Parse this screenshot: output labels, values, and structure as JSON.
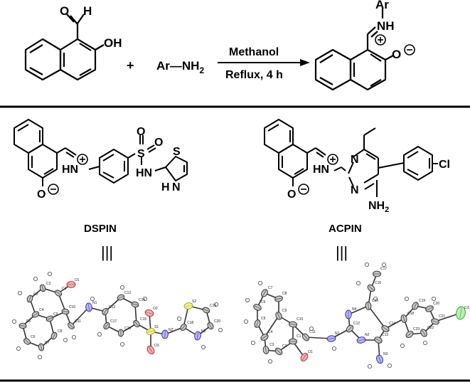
{
  "scheme": {
    "aldehyde_O": "O",
    "aldehyde_H": "H",
    "hydroxyl": "OH",
    "plus_sign": "+",
    "amine": "Ar—NH",
    "amine_sub": "2",
    "condition_top": "Methanol",
    "condition_bottom": "Reflux, 4 h",
    "product_ar": "Ar",
    "product_nh": "NH",
    "product_oxide": "O"
  },
  "compounds": [
    {
      "name": "DSPIN",
      "labels": {
        "hn": "HN",
        "o_minus": "O",
        "s": "S",
        "o1": "O",
        "o2": "O",
        "hn_sulfonamide": "HN",
        "ring_s": "S",
        "ring_n": "N",
        "ring_h": "H"
      }
    },
    {
      "name": "ACPIN",
      "labels": {
        "hn": "HN",
        "o_minus": "O",
        "n1": "N",
        "n2": "N",
        "nh2": "NH",
        "nh2_sub": "2",
        "cl": "Cl"
      }
    }
  ],
  "tautomer_symbol": "|||",
  "crystal": {
    "dspin_atoms": [
      "O1",
      "C1",
      "C2",
      "C3",
      "C4",
      "C5",
      "C6",
      "C7",
      "C8",
      "C9",
      "C10",
      "C11",
      "N1",
      "C12",
      "C13",
      "C14",
      "C15",
      "C16",
      "C17",
      "S1",
      "O2",
      "O3",
      "N2",
      "C18",
      "S2",
      "C19",
      "C20",
      "N3"
    ],
    "acpin_atoms": [
      "C17",
      "C16",
      "C15",
      "C7",
      "C8",
      "C6",
      "C9",
      "C5",
      "C4",
      "C10",
      "C11",
      "N4",
      "C12",
      "N1",
      "C14",
      "C18",
      "C19",
      "C20",
      "C21",
      "C22",
      "Cl1",
      "C23",
      "C1",
      "C2",
      "C3",
      "O1",
      "N2",
      "C13",
      "N3"
    ]
  }
}
